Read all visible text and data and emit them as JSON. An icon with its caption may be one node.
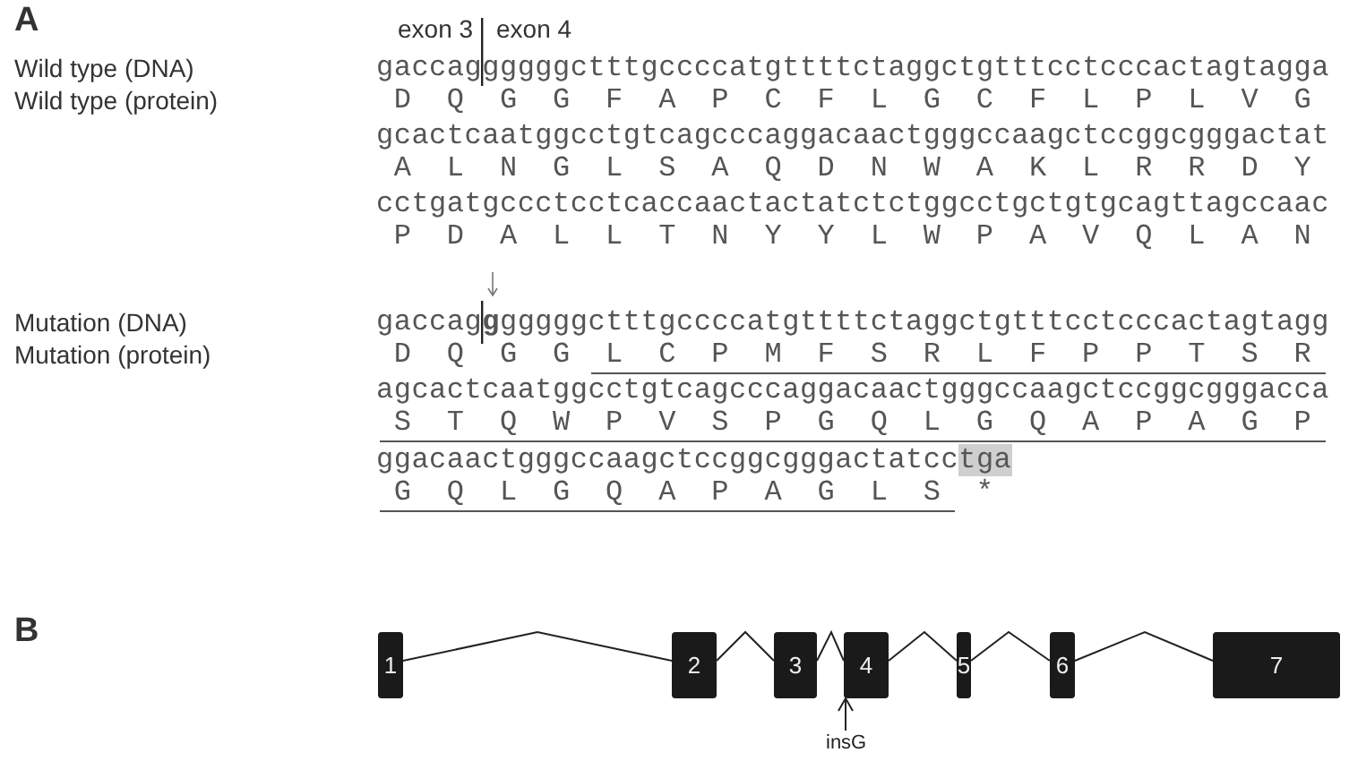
{
  "diagram": {
    "nodes": [
      {
        "text": [
          "1"
        ]
      },
      {
        "text": [
          "2"
        ]
      },
      {
        "text": [
          "3"
        ]
      },
      {
        "text": [
          "4"
        ]
      },
      {
        "text": [
          "5"
        ]
      },
      {
        "text": [
          "6"
        ]
      },
      {
        "text": [
          "7"
        ]
      },
      {
        "text": [
          "insG"
        ]
      }
    ],
    "edges": [
      {
        "from": 0,
        "to": 1,
        "arrow": "none"
      },
      {
        "from": 1,
        "to": 2,
        "arrow": "none"
      },
      {
        "from": 2,
        "to": 3,
        "arrow": "none"
      },
      {
        "from": 3,
        "to": 4,
        "arrow": "none"
      },
      {
        "from": 4,
        "to": 5,
        "arrow": "none"
      },
      {
        "from": 5,
        "to": 6,
        "arrow": "none"
      },
      {
        "from": 7,
        "to": 3,
        "arrow": "to"
      }
    ],
    "labels": [
      "A",
      "exon 3",
      "exon 4",
      "Wild type (DNA)",
      "gaccaggggggctttgccccatgttttctaggctgtttcctcccactagtagga",
      "Wild type (protein)",
      "D Q G G F A P C F L G C F L P L V G",
      "gcactcaatggcctgtcagcccaggacaactgggccaagctccggcgggactat",
      "A L N G L S A Q D N W A K L R R D Y",
      "cctgatgccctcctcaccaactactatctctggcctgctgtgcagttagccaac",
      "P D A L L T N Y Y L W P A V Q L A N",
      "Mutation (DNA)",
      "gaccag**g**gggggctttgccccatgttttctaggctgtttcctcccactagtagg",
      "Mutation (protein)",
      "D Q G G L C P M F S R L F P P T S R",
      "agcactcaatggcctgtcagcccaggacaactgggccaagctccggcgggacca",
      "S T Q W P V S P G Q L G Q A P A G P",
      "ggacaactgggccaagctccggcgggactatcctga",
      "G Q L G Q A P A G L S *",
      "B"
    ]
  }
}
